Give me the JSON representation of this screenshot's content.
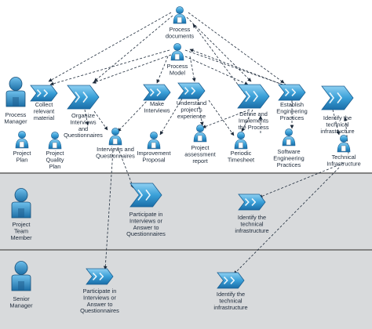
{
  "lanes": [
    {
      "role": "Process Manager"
    },
    {
      "role": "Project Team Member"
    },
    {
      "role": "Senior Manager"
    }
  ],
  "activities": {
    "collect": "Collect relevant material",
    "organize": "Organize Interviews and Questionnaires",
    "make_interviews": "Make Interviews",
    "understand": "Understand project's experience",
    "define": "Define and Implements the Process",
    "establish": "Establish Engineering Practices",
    "identify_pm": "Identify the technical infrastructure",
    "participate_ptm": "Participate in Interviews or Answer to Questionnaires",
    "identify_ptm": "Identify the technical infrastructure",
    "participate_sm": "Participate in Interviews or Answer to Questionnaires",
    "identify_sm": "Identify the technical infrastructure"
  },
  "artifacts": {
    "process_documents": "Process documents",
    "process_model": "Process Model",
    "project_plan": "Project Plan",
    "project_quality_plan": "Project Quality Plan",
    "interviews_questionnaires": "Interviews and Questionnaires",
    "improvement_proposal": "Improvement Proposal",
    "project_assessment_report": "Project assessment report",
    "periodic_timesheet": "Periodic Timesheet",
    "software_engineering_practices": "Software Engineering Practices",
    "technical_infrastructure": "Technical Infrastructure"
  },
  "colors": {
    "accent": "#3aa0d8",
    "accent_dark": "#1a6ea8",
    "lane_fill": "#d8dadc",
    "lane_border": "#5a5a5a",
    "text": "#1d2a3a"
  }
}
